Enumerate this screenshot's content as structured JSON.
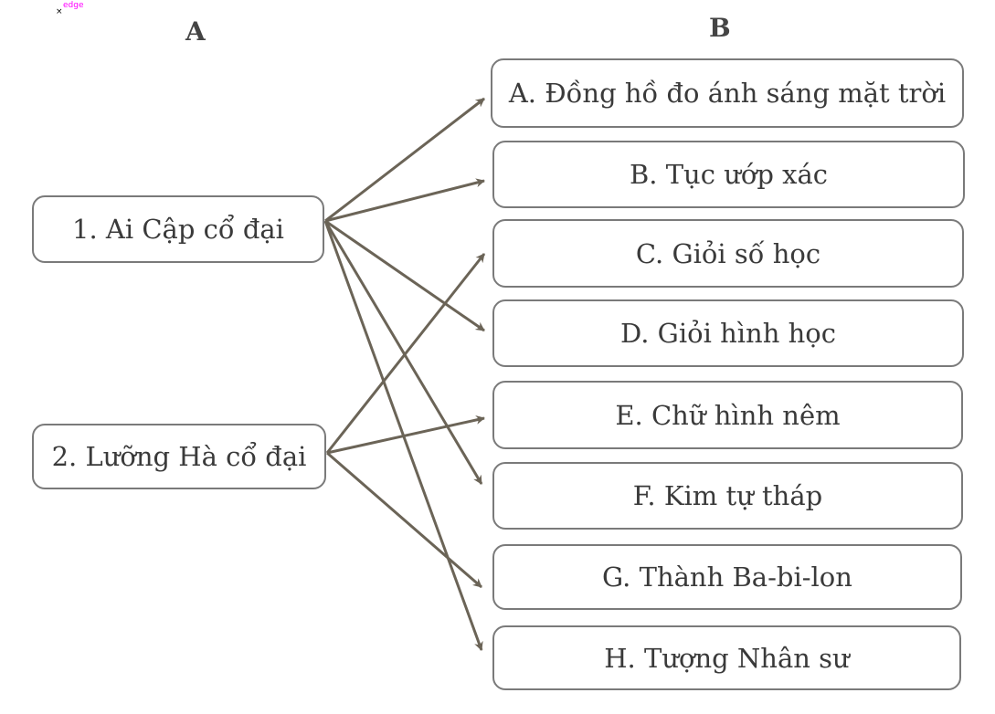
{
  "marker": {
    "symbol": "×",
    "label": "edge"
  },
  "columns": {
    "a": "A",
    "b": "B"
  },
  "left_items": [
    {
      "label": "1. Ai Cập cổ đại"
    },
    {
      "label": "2. Lưỡng Hà cổ đại"
    }
  ],
  "right_items": [
    {
      "label": "A. Đồng hồ đo ánh sáng mặt trời"
    },
    {
      "label": "B. Tục ướp xác"
    },
    {
      "label": "C. Giỏi số học"
    },
    {
      "label": "D. Giỏi hình học"
    },
    {
      "label": "E. Chữ hình nêm"
    },
    {
      "label": "F. Kim tự tháp"
    },
    {
      "label": "G. Thành Ba-bi-lon"
    },
    {
      "label": "H. Tượng Nhân sư"
    }
  ],
  "connections": [
    {
      "from": 0,
      "to": 0
    },
    {
      "from": 0,
      "to": 1
    },
    {
      "from": 0,
      "to": 3
    },
    {
      "from": 0,
      "to": 5
    },
    {
      "from": 0,
      "to": 7
    },
    {
      "from": 1,
      "to": 2
    },
    {
      "from": 1,
      "to": 4
    },
    {
      "from": 1,
      "to": 6
    }
  ],
  "colors": {
    "arrow": "#6b6457"
  }
}
